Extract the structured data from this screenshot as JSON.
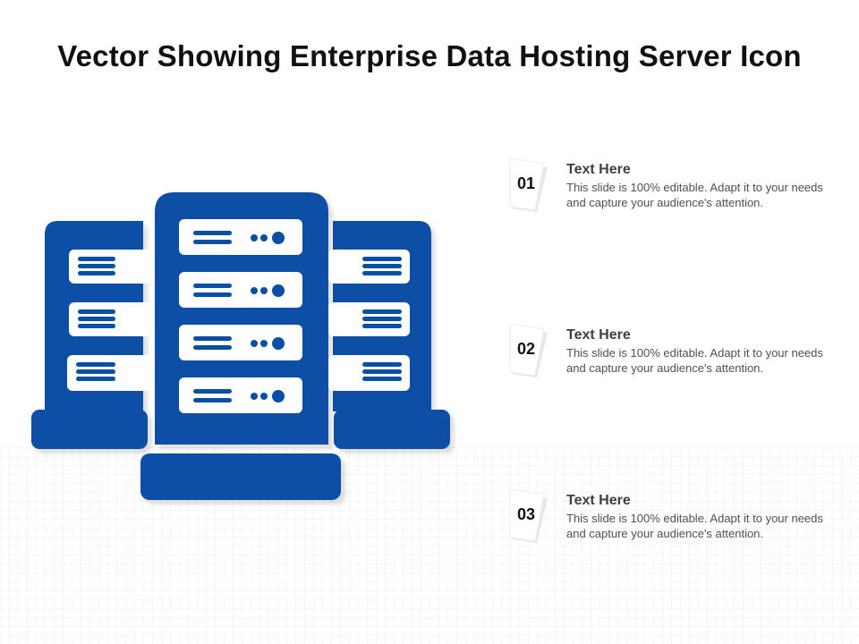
{
  "slide": {
    "title": "Vector Showing Enterprise Data Hosting Server Icon"
  },
  "graphic": {
    "icon": "server-rack-icon",
    "color": "#0a4fa6"
  },
  "items": [
    {
      "number": "01",
      "heading": "Text Here",
      "body": "This slide is 100% editable. Adapt it to your needs and capture your audience's attention."
    },
    {
      "number": "02",
      "heading": "Text Here",
      "body": "This slide is 100% editable. Adapt it to your needs and capture your audience's attention."
    },
    {
      "number": "03",
      "heading": "Text Here",
      "body": "This slide is 100% editable. Adapt it to your needs and capture your audience's attention."
    }
  ]
}
